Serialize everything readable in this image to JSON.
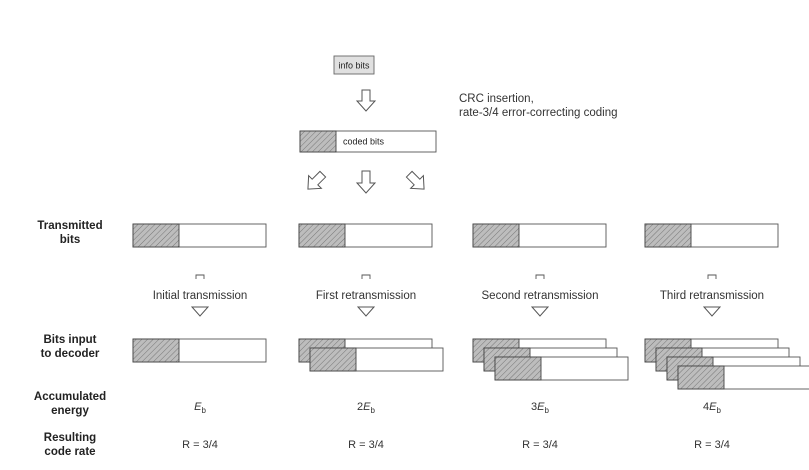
{
  "top": {
    "info_bits": "info bits",
    "coded_bits": "coded bits",
    "crc_line1": "CRC insertion,",
    "crc_line2": "rate-3/4 error-correcting coding"
  },
  "rows": {
    "transmitted_line1": "Transmitted",
    "transmitted_line2": "bits",
    "input_line1": "Bits input",
    "input_line2": "to decoder",
    "energy_line1": "Accumulated",
    "energy_line2": "energy",
    "rate_line1": "Resulting",
    "rate_line2": "code rate"
  },
  "columns": [
    {
      "caption": "Initial transmission",
      "energy_coef": "",
      "rate": "R = 3/4"
    },
    {
      "caption": "First retransmission",
      "energy_coef": "2",
      "rate": "R = 3/4"
    },
    {
      "caption": "Second retransmission",
      "energy_coef": "3",
      "rate": "R = 3/4"
    },
    {
      "caption": "Third retransmission",
      "energy_coef": "4",
      "rate": "R = 3/4"
    }
  ],
  "energy_symbol": "E",
  "energy_subscript": "b",
  "colors": {
    "hatch_fill": "#bdbdbd",
    "stroke": "#555555"
  }
}
